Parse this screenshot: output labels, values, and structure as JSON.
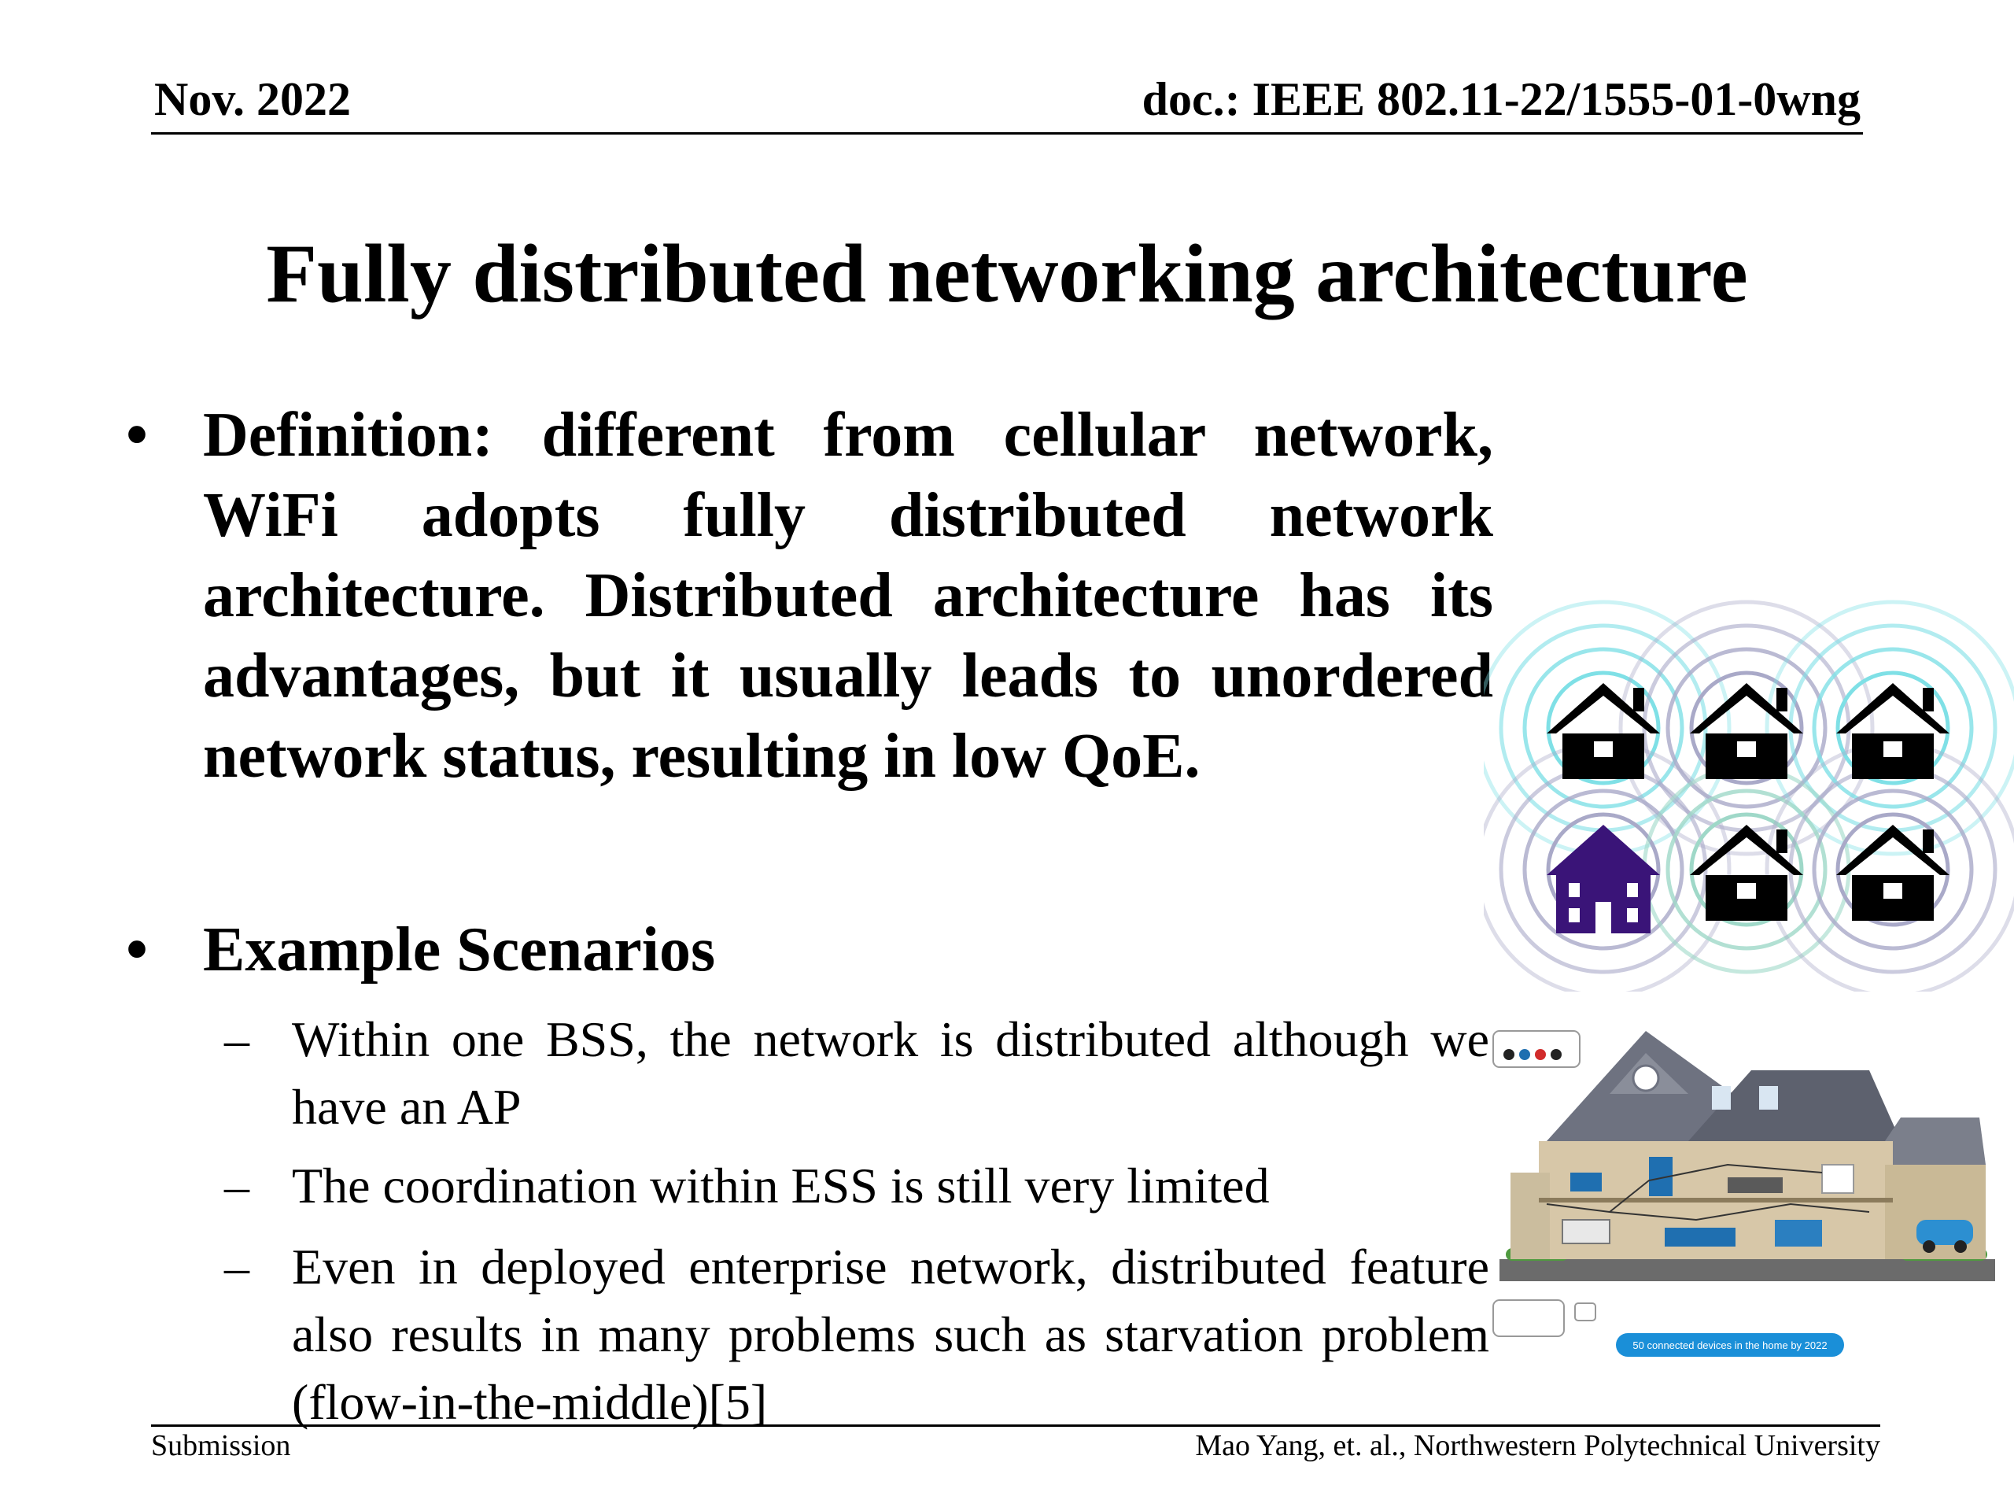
{
  "header": {
    "date": "Nov. 2022",
    "doc_id": "doc.: IEEE 802.11-22/1555-01-0wng"
  },
  "title": "Fully distributed networking architecture",
  "bullets": [
    {
      "marker": "•",
      "text": "Definition: different from cellular network, WiFi adopts fully distributed network architecture. Distributed architecture has its advantages, but it usually leads to unordered network status, resulting in low QoE."
    },
    {
      "marker": "•",
      "text": "Example Scenarios",
      "subitems": [
        {
          "marker": "–",
          "text": "Within one BSS, the network is distributed although we have an AP"
        },
        {
          "marker": "–",
          "text": "The coordination within ESS is still very limited"
        },
        {
          "marker": "–",
          "text": "Even in deployed enterprise network, distributed feature also results in many problems such as starvation problem (flow-in-the-middle)[5]"
        }
      ]
    }
  ],
  "footer": {
    "left": "Submission",
    "right": "Mao Yang, et. al., Northwestern Polytechnical University"
  },
  "illustration": {
    "smart_home_badge": "50 connected devices in the home by 2022"
  },
  "colors": {
    "ring_cyan": "#7fe0e6",
    "ring_grey": "#a9a9c8",
    "ring_green": "#9fd8c8",
    "house_accent": "#3a1478",
    "badge_blue": "#1a8fd8"
  }
}
